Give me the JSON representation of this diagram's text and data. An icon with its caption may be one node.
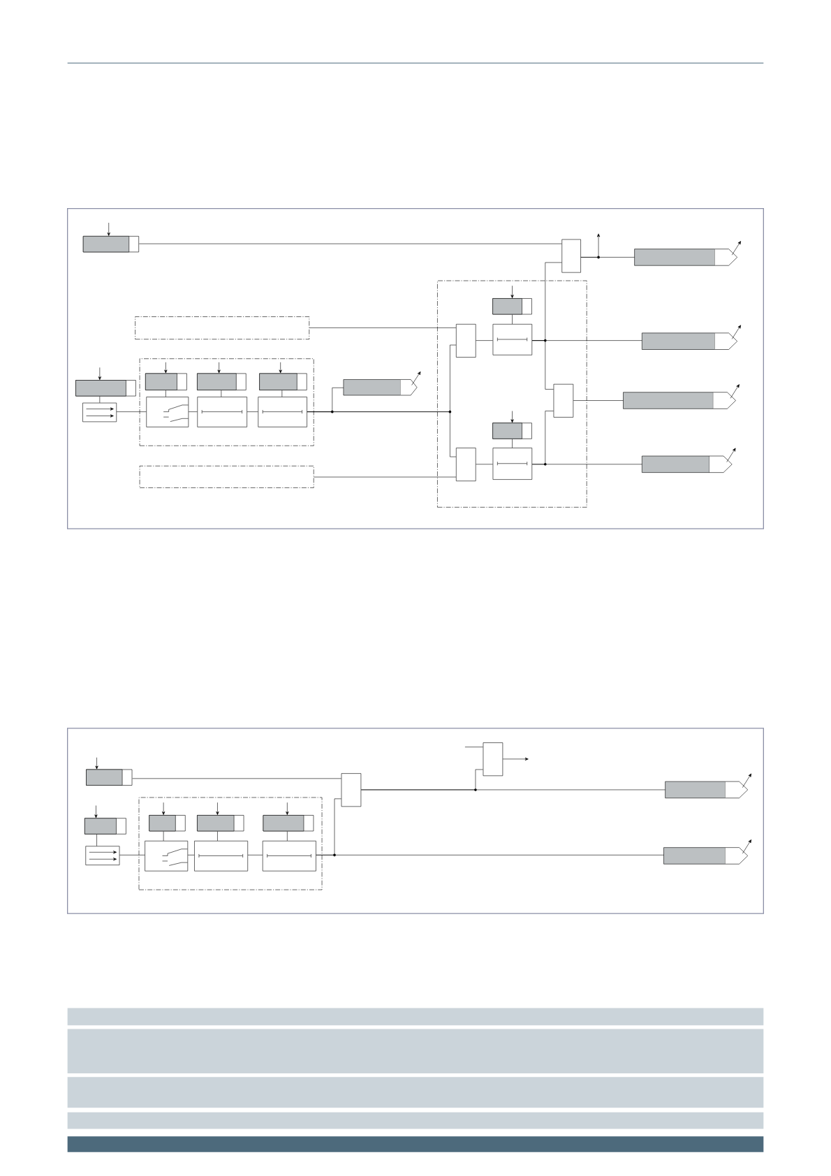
{
  "diagram": {
    "nodes": [
      {
        "text": [],
        "shape": "bar"
      },
      {
        "text": [],
        "shape": "box"
      },
      {
        "text": [],
        "shape": "pentagon"
      },
      {
        "text": [],
        "shape": "frame"
      },
      {
        "text": [],
        "shape": "bar"
      },
      {
        "text": [],
        "shape": "box"
      },
      {
        "text": [],
        "shape": "frame"
      },
      {
        "text": [],
        "shape": "bar",
        "in": 6
      },
      {
        "text": [],
        "shape": "bar",
        "in": 6
      },
      {
        "text": [],
        "shape": "bar",
        "in": 6
      },
      {
        "text": [],
        "shape": "box",
        "in": 6
      },
      {
        "text": [],
        "shape": "box",
        "in": 6
      },
      {
        "text": [],
        "shape": "box",
        "in": 6
      },
      {
        "text": [],
        "shape": "pentagon"
      },
      {
        "text": [],
        "shape": "frame"
      },
      {
        "text": [],
        "shape": "frame"
      },
      {
        "text": [],
        "shape": "box",
        "in": 15
      },
      {
        "text": [],
        "shape": "bar",
        "in": 15
      },
      {
        "text": [],
        "shape": "box",
        "in": 15
      },
      {
        "text": [],
        "shape": "box",
        "in": 15
      },
      {
        "text": [],
        "shape": "bar",
        "in": 15
      },
      {
        "text": [],
        "shape": "box",
        "in": 15
      },
      {
        "text": [],
        "shape": "box",
        "in": 15
      },
      {
        "text": [],
        "shape": "pentagon"
      },
      {
        "text": [],
        "shape": "pentagon"
      },
      {
        "text": [],
        "shape": "pentagon"
      },
      {
        "text": [],
        "shape": "bar"
      },
      {
        "text": [],
        "shape": "box"
      },
      {
        "text": [],
        "shape": "box"
      },
      {
        "text": [],
        "shape": "pentagon"
      },
      {
        "text": [],
        "shape": "bar"
      },
      {
        "text": [],
        "shape": "box"
      },
      {
        "text": [],
        "shape": "frame"
      },
      {
        "text": [],
        "shape": "bar",
        "in": 32
      },
      {
        "text": [],
        "shape": "bar",
        "in": 32
      },
      {
        "text": [],
        "shape": "bar",
        "in": 32
      },
      {
        "text": [],
        "shape": "box",
        "in": 32
      },
      {
        "text": [],
        "shape": "box",
        "in": 32
      },
      {
        "text": [],
        "shape": "box",
        "in": 32
      },
      {
        "text": [],
        "shape": "pentagon"
      }
    ],
    "edges": [
      {
        "from": 0,
        "to": 1,
        "arrow": "none"
      },
      {
        "from": 1,
        "to": 2,
        "arrow": "none"
      },
      {
        "from": 1,
        "to": null,
        "arrow": "to"
      },
      {
        "from": 3,
        "to": 16,
        "arrow": "none"
      },
      {
        "from": 4,
        "to": 5,
        "arrow": "none"
      },
      {
        "from": 5,
        "to": 10,
        "arrow": "none"
      },
      {
        "from": 7,
        "to": 10,
        "arrow": "none"
      },
      {
        "from": 8,
        "to": 11,
        "arrow": "none"
      },
      {
        "from": 9,
        "to": 12,
        "arrow": "none"
      },
      {
        "from": 10,
        "to": 11,
        "arrow": "none"
      },
      {
        "from": 11,
        "to": 12,
        "arrow": "none"
      },
      {
        "from": 12,
        "to": 13,
        "arrow": "none"
      },
      {
        "from": 12,
        "to": 16,
        "arrow": "none"
      },
      {
        "from": 12,
        "to": 19,
        "arrow": "none"
      },
      {
        "from": 14,
        "to": 19,
        "arrow": "none"
      },
      {
        "from": 16,
        "to": 18,
        "arrow": "none"
      },
      {
        "from": 19,
        "to": 21,
        "arrow": "none"
      },
      {
        "from": 17,
        "to": 18,
        "arrow": "none"
      },
      {
        "from": 20,
        "to": 21,
        "arrow": "none"
      },
      {
        "from": 18,
        "to": 23,
        "arrow": "none"
      },
      {
        "from": 21,
        "to": 25,
        "arrow": "none"
      },
      {
        "from": 18,
        "to": 1,
        "arrow": "none"
      },
      {
        "from": 18,
        "to": 22,
        "arrow": "none"
      },
      {
        "from": 21,
        "to": 22,
        "arrow": "none"
      },
      {
        "from": 22,
        "to": 24,
        "arrow": "none"
      },
      {
        "from": null,
        "to": 0,
        "arrow": "to"
      },
      {
        "from": null,
        "to": 4,
        "arrow": "to"
      },
      {
        "from": null,
        "to": 7,
        "arrow": "to"
      },
      {
        "from": null,
        "to": 8,
        "arrow": "to"
      },
      {
        "from": null,
        "to": 9,
        "arrow": "to"
      },
      {
        "from": null,
        "to": 17,
        "arrow": "to"
      },
      {
        "from": null,
        "to": 20,
        "arrow": "to"
      },
      {
        "from": 26,
        "to": 27,
        "arrow": "none"
      },
      {
        "from": 27,
        "to": 29,
        "arrow": "none"
      },
      {
        "from": 27,
        "to": 28,
        "arrow": "none"
      },
      {
        "from": null,
        "to": 28,
        "arrow": "none"
      },
      {
        "from": 28,
        "to": null,
        "arrow": "to"
      },
      {
        "from": 30,
        "to": 31,
        "arrow": "none"
      },
      {
        "from": 31,
        "to": 36,
        "arrow": "none"
      },
      {
        "from": 33,
        "to": 36,
        "arrow": "none"
      },
      {
        "from": 34,
        "to": 37,
        "arrow": "none"
      },
      {
        "from": 35,
        "to": 38,
        "arrow": "none"
      },
      {
        "from": 36,
        "to": 37,
        "arrow": "none"
      },
      {
        "from": 37,
        "to": 38,
        "arrow": "none"
      },
      {
        "from": 38,
        "to": 39,
        "arrow": "none"
      },
      {
        "from": 38,
        "to": 27,
        "arrow": "none"
      },
      {
        "from": null,
        "to": 26,
        "arrow": "to"
      },
      {
        "from": null,
        "to": 30,
        "arrow": "to"
      },
      {
        "from": null,
        "to": 33,
        "arrow": "to"
      },
      {
        "from": null,
        "to": 34,
        "arrow": "to"
      },
      {
        "from": null,
        "to": 35,
        "arrow": "to"
      }
    ]
  }
}
